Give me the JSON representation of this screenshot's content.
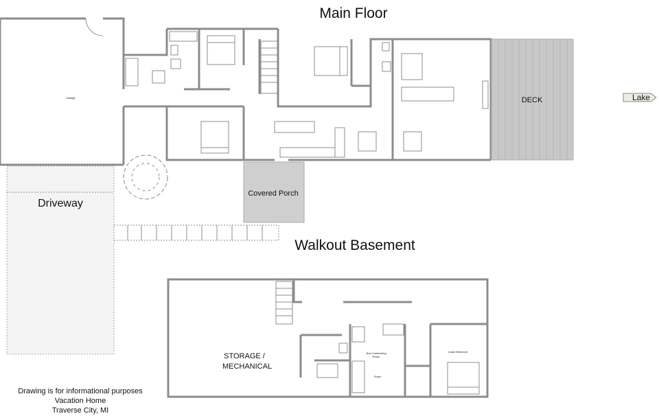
{
  "titles": {
    "main_floor": "Main Floor",
    "basement": "Walkout Basement"
  },
  "rooms": {
    "garage": "Garage",
    "deck": "DECK",
    "lake": "Lake",
    "covered_porch": "Covered Porch",
    "driveway": "Driveway",
    "storage": [
      "STORAGE /",
      "MECHANICAL"
    ],
    "non_conforming": [
      "Non Conforming",
      "Room"
    ],
    "futon": "Futon",
    "lower_bedroom": "Lower Bedroom"
  },
  "notes": [
    "Drawing is for informational purposes",
    "Vacation Home",
    "Traverse City, MI"
  ],
  "colors": {
    "wall": "#8c8c8c",
    "deck_fill": "#c8c8c8",
    "porch_fill": "#cfcfcf",
    "driveway_fill": "#f4f4f4"
  }
}
